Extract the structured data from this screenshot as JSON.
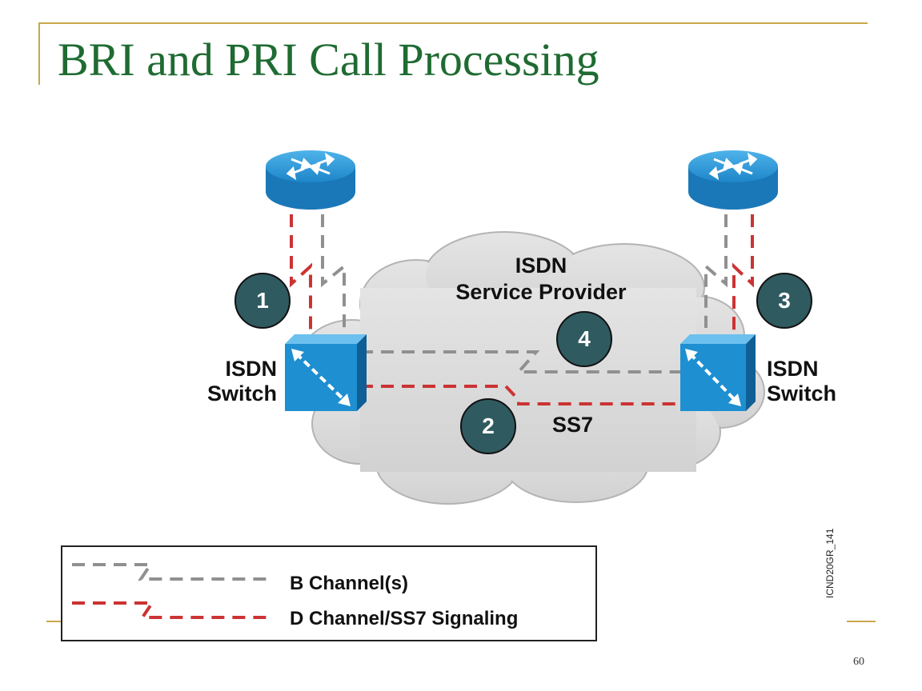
{
  "slide": {
    "title": "BRI and PRI Call Processing",
    "page_number": "60",
    "figure_code": "ICND20GR_141"
  },
  "diagram": {
    "cloud_label_line1": "ISDN",
    "cloud_label_line2": "Service Provider",
    "left_switch_line1": "ISDN",
    "left_switch_line2": "Switch",
    "right_switch_line1": "ISDN",
    "right_switch_line2": "Switch",
    "ss7_label": "SS7",
    "steps": [
      "1",
      "2",
      "3",
      "4"
    ]
  },
  "legend": {
    "b_channel": "B Channel(s)",
    "d_channel": "D Channel/SS7 Signaling"
  },
  "colors": {
    "title": "#1f6b32",
    "frame": "#c8a84a",
    "b_channel": "#909090",
    "d_channel": "#cc3333",
    "badge": "#2f5a60",
    "device": "#1e8fd0"
  }
}
